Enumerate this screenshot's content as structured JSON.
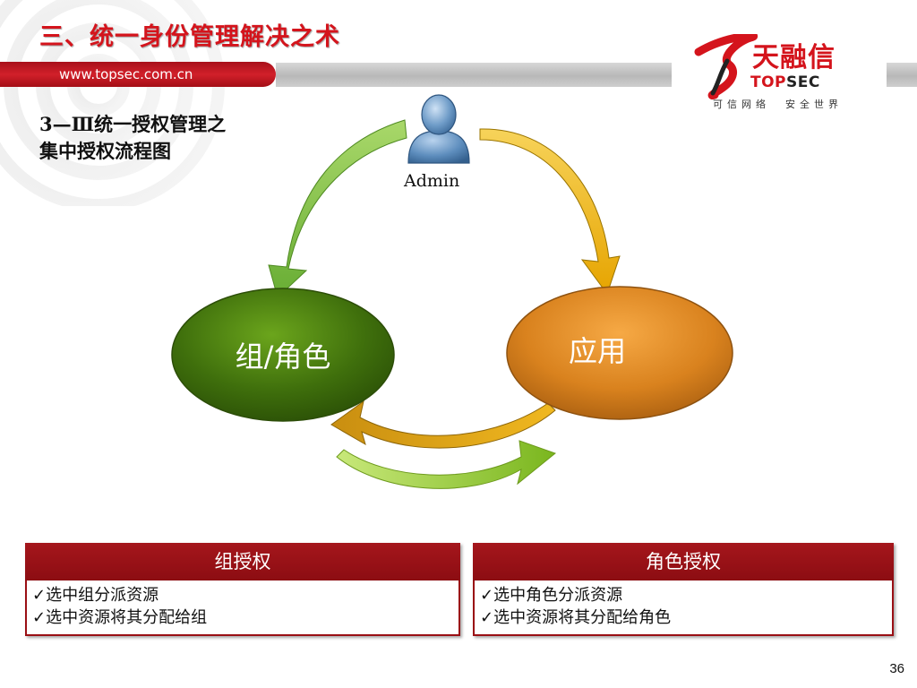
{
  "slide": {
    "title": "三、统一身份管理解决之术",
    "url": "www.topsec.com.cn",
    "subtitle_line1": "3—Ⅲ统一授权管理之",
    "subtitle_line2": "集中授权流程图",
    "page_number": "36"
  },
  "logo": {
    "cn": "天融信",
    "en_red": "TOP",
    "en_dark": "SEC",
    "slogan": "可信网络  安全世界"
  },
  "diagram": {
    "admin_label": "Admin",
    "group_role_label": "组/角色",
    "app_label": "应用",
    "admin_icon": "user-icon"
  },
  "panels": [
    {
      "title": "组授权",
      "items": [
        "✓选中组分派资源",
        "✓选中资源将其分配给组"
      ]
    },
    {
      "title": "角色授权",
      "items": [
        "✓选中角色分派资源",
        "✓选中资源将其分配给角色"
      ]
    }
  ],
  "colors": {
    "brand_red": "#d4141c",
    "panel_red": "#9a0f14",
    "green_node": "#4a7a10",
    "orange_node": "#e08a22",
    "arrow_green": "#7fc043",
    "arrow_yellow": "#f2b600"
  }
}
